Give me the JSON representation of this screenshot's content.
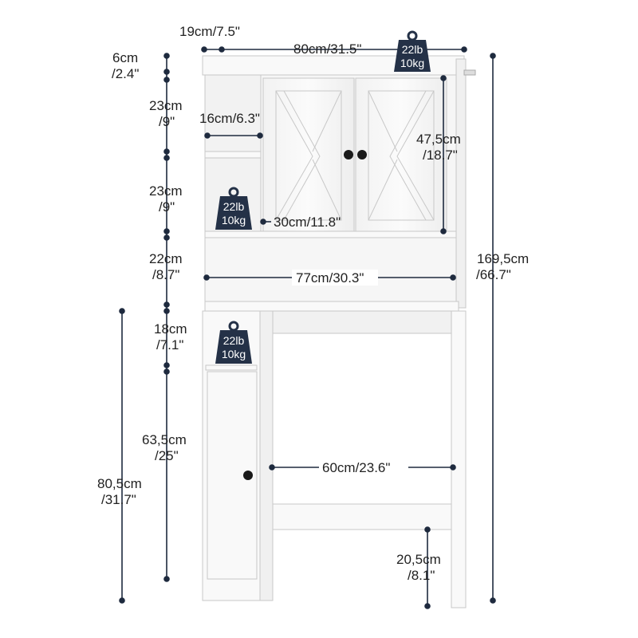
{
  "colors": {
    "dimension_line": "#1e2a3e",
    "text": "#222222",
    "cabinet_fill": "#f9f9f9",
    "cabinet_edge": "#c8c8c8",
    "weight_badge": "#243147",
    "knob": "#1a1a1a"
  },
  "dimensions": {
    "depth": "19cm/7.5\"",
    "top_width": "80cm/31.5\"",
    "top_rail_height": {
      "line1": "6cm",
      "line2": "/2.4\""
    },
    "shelf_1_height": {
      "line1": "23cm",
      "line2": "/9\""
    },
    "side_shelf_width": "16cm/6.3\"",
    "shelf_2_height": {
      "line1": "23cm",
      "line2": "/9\""
    },
    "door_width": "30cm/11.8\"",
    "door_height": {
      "line1": "47,5cm",
      "line2": "/18.7\""
    },
    "open_shelf_height": {
      "line1": "22cm",
      "line2": "/8.7\""
    },
    "inner_width": "77cm/30.3\"",
    "side_cubby_height": {
      "line1": "18cm",
      "line2": "/7.1\""
    },
    "side_cabinet_height": {
      "line1": "63,5cm",
      "line2": "/25\""
    },
    "lower_height": {
      "line1": "80,5cm",
      "line2": "/31.7\""
    },
    "toilet_gap_width": "60cm/23.6\"",
    "bottom_bar_height": {
      "line1": "20,5cm",
      "line2": "/8.1\""
    },
    "total_height": {
      "line1": "169,5cm",
      "line2": "/66.7\""
    }
  },
  "weight_badges": [
    {
      "lb": "22lb",
      "kg": "10kg",
      "icon": "weight-icon"
    },
    {
      "lb": "22lb",
      "kg": "10kg",
      "icon": "weight-icon"
    },
    {
      "lb": "22lb",
      "kg": "10kg",
      "icon": "weight-icon"
    }
  ]
}
